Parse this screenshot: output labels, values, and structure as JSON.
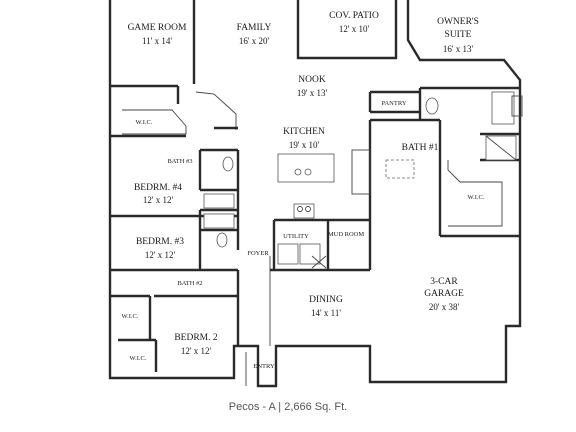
{
  "plan": {
    "caption": "Pecos - A | 2,666 Sq. Ft.",
    "rooms": {
      "game_room": {
        "label": "GAME ROOM",
        "dim": "11' x 14'"
      },
      "family": {
        "label": "FAMILY",
        "dim": "16' x 20'"
      },
      "cov_patio": {
        "label": "COV. PATIO",
        "dim": "12' x 10'"
      },
      "owners_suite": {
        "label1": "OWNER'S",
        "label2": "SUITE",
        "dim": "16' x 13'"
      },
      "nook": {
        "label": "NOOK",
        "dim": "19' x 13'"
      },
      "pantry": {
        "label": "PANTRY"
      },
      "wic_top": {
        "label": "W.I.C."
      },
      "kitchen": {
        "label": "KITCHEN",
        "dim": "19' x 10'"
      },
      "bath1": {
        "label": "BATH #1"
      },
      "bath3": {
        "label": "BATH #3"
      },
      "bedrm4": {
        "label": "BEDRM. #4",
        "dim": "12' x 12'"
      },
      "wic_owner": {
        "label": "W.I.C."
      },
      "utility": {
        "label": "UTILITY"
      },
      "mud_room": {
        "label": "MUD ROOM"
      },
      "bedrm3": {
        "label": "BEDRM. #3",
        "dim": "12' x 12'"
      },
      "foyer": {
        "label": "FOYER"
      },
      "garage": {
        "label1": "3-CAR",
        "label2": "GARAGE",
        "dim": "20' x 38'"
      },
      "bath2": {
        "label": "BATH #2"
      },
      "dining": {
        "label": "DINING",
        "dim": "14' x 11'"
      },
      "wic_mid": {
        "label": "W.I.C."
      },
      "bedrm2": {
        "label": "BEDRM. 2",
        "dim": "12' x 12'"
      },
      "wic_bottom": {
        "label": "W.I.C."
      },
      "entry": {
        "label": "ENTRY"
      }
    }
  }
}
